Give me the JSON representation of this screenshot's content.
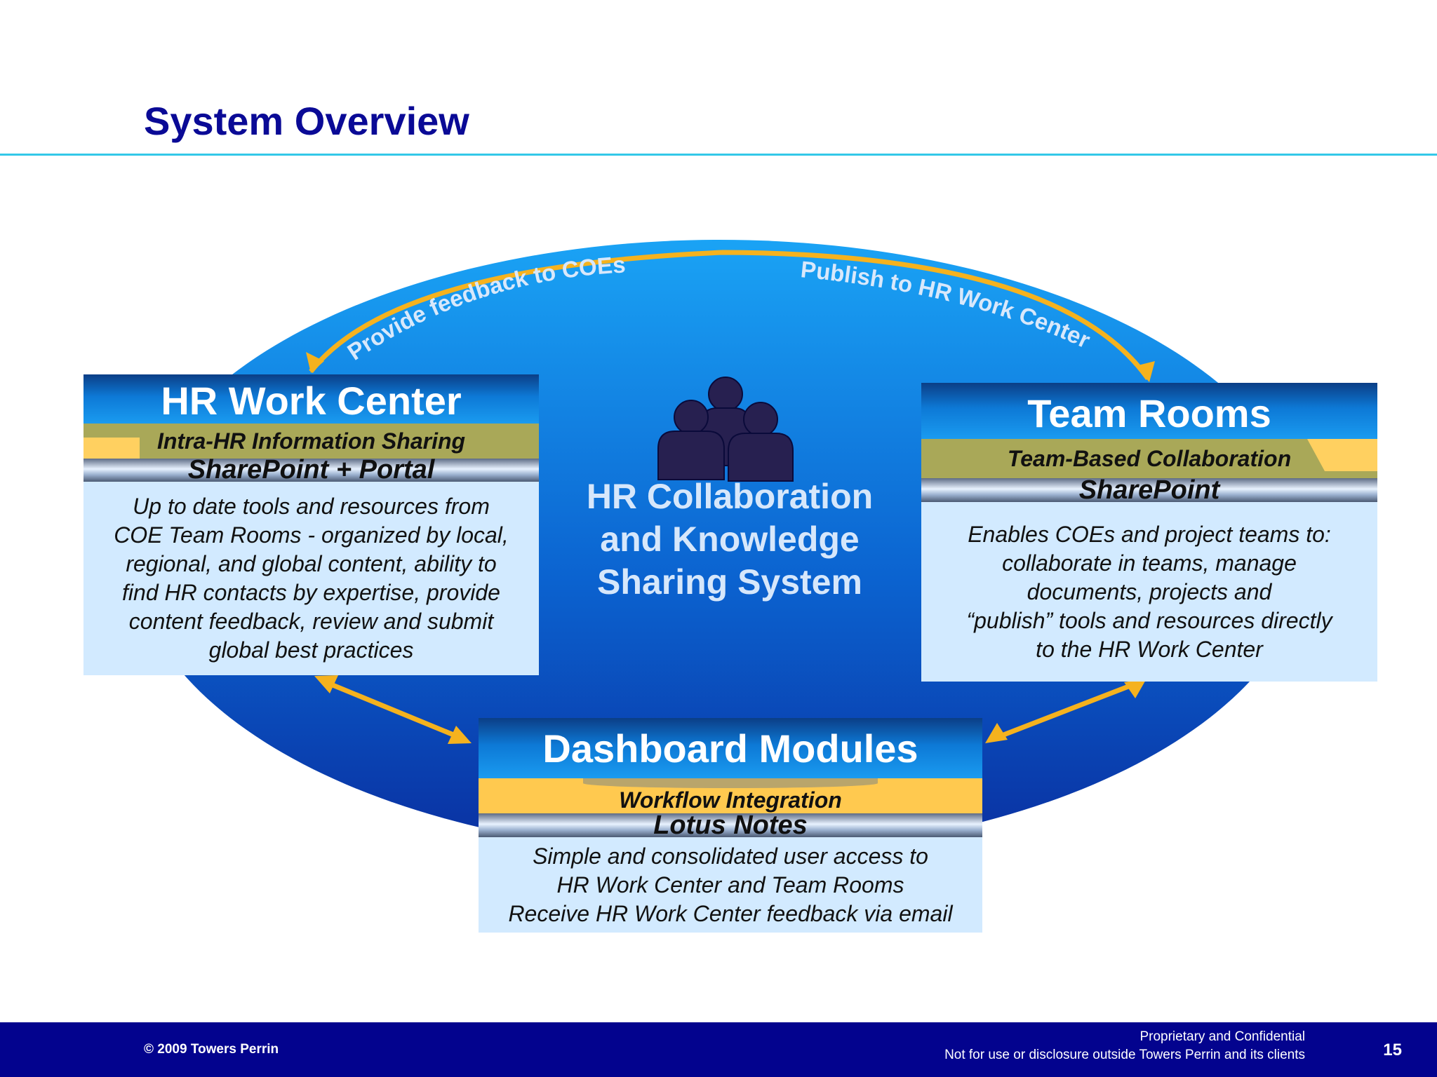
{
  "slide": {
    "title": "System Overview"
  },
  "center": {
    "title_lines": [
      "HR Collaboration",
      "and Knowledge",
      "Sharing System"
    ]
  },
  "arcs": {
    "left_label": "Provide feedback to COEs",
    "right_label": "Publish to HR Work Center"
  },
  "boxes": {
    "hr_work_center": {
      "title": "HR Work Center",
      "subtitle": "Intra-HR Information Sharing",
      "platform": "SharePoint + Portal",
      "lines": [
        "Up to date tools and resources from",
        "COE Team Rooms - organized by local,",
        "regional, and global content, ability to",
        "find HR contacts by expertise, provide",
        "content feedback, review and submit",
        "global best practices"
      ]
    },
    "team_rooms": {
      "title": "Team Rooms",
      "subtitle": "Team-Based Collaboration",
      "platform": "SharePoint",
      "lines": [
        "Enables COEs and project teams to:",
        "collaborate in teams, manage",
        "documents, projects and",
        "“publish” tools and resources directly",
        "to the HR Work Center"
      ]
    },
    "dashboard_modules": {
      "title": "Dashboard Modules",
      "subtitle": "Workflow Integration",
      "platform": "Lotus Notes",
      "lines": [
        "Simple and consolidated user access to",
        "HR Work Center and Team Rooms",
        "Receive HR Work Center feedback via email"
      ]
    }
  },
  "footer": {
    "copyright": "© 2009 Towers Perrin",
    "confidential_line1": "Proprietary and Confidential",
    "confidential_line2": "Not for use or disclosure outside Towers Perrin and its clients",
    "page_number": "15"
  },
  "colors": {
    "title": "#0a0a96",
    "ellipse_top": "#1aa3f5",
    "ellipse_bottom": "#0a2fa0",
    "arrow": "#f5b21e",
    "band_olive": "#a9a858",
    "band_gold": "#ffc94f",
    "description_bg": "#d2eaff",
    "footer_bg": "#03038e"
  },
  "icons": {
    "people": "people-group-icon"
  }
}
